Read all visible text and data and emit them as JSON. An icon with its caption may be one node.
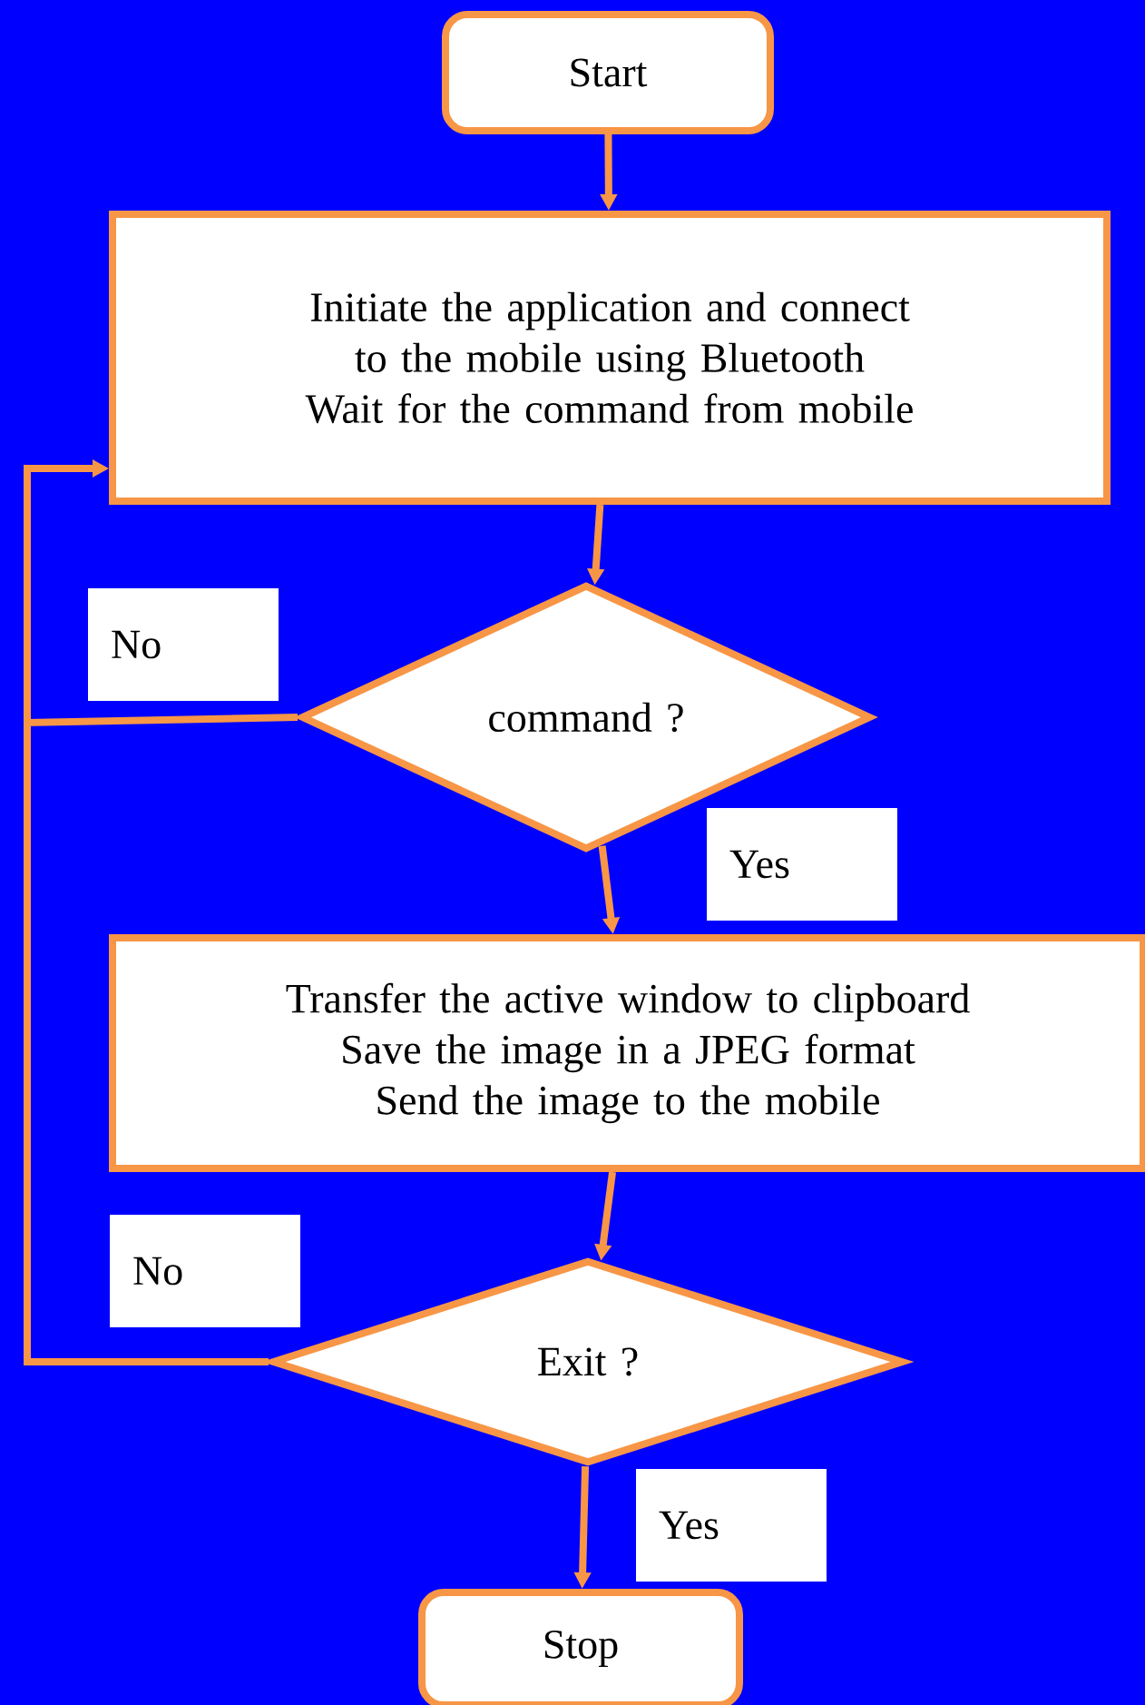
{
  "diagram": {
    "nodes": [
      {
        "text": [
          "Start"
        ]
      },
      {
        "text": [
          "Initiate the application and connect to the mobile using Bluetooth",
          "Wait for the command from mobile"
        ]
      },
      {
        "text": [
          "command ?"
        ]
      },
      {
        "text": [
          "Transfer the active window to clipboard",
          "Save the image in a JPEG format",
          "Send the image to the mobile"
        ]
      },
      {
        "text": [
          "Exit ?"
        ]
      },
      {
        "text": [
          "Stop"
        ]
      }
    ],
    "edges": [
      {
        "from": 0,
        "to": 1,
        "arrow": "to"
      },
      {
        "from": 1,
        "to": 2,
        "arrow": "to"
      },
      {
        "from": 2,
        "to": 3,
        "arrow": "to",
        "label": "Yes"
      },
      {
        "from": 2,
        "to": 1,
        "arrow": "to",
        "label": "No"
      },
      {
        "from": 3,
        "to": 4,
        "arrow": "to"
      },
      {
        "from": 4,
        "to": 1,
        "arrow": "to",
        "label": "No"
      },
      {
        "from": 4,
        "to": 5,
        "arrow": "to",
        "label": "Yes"
      }
    ]
  }
}
